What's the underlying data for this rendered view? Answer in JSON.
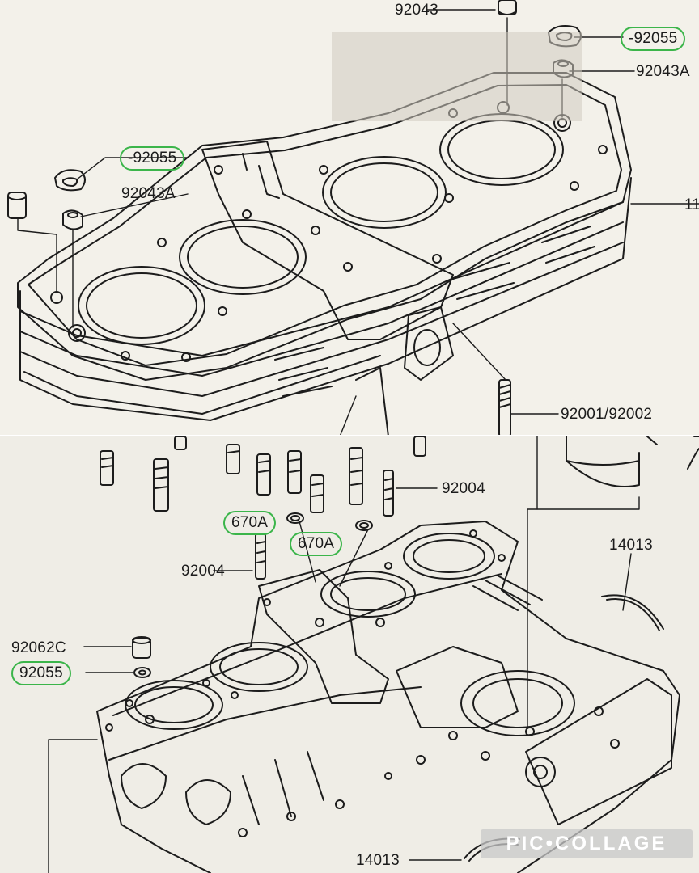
{
  "top_panel": {
    "labels": {
      "p1": "92043",
      "p2": "-92055",
      "p3": "92043A",
      "p4": "-92055",
      "p5": "92043A",
      "p6": "11",
      "p7": "92001/92002"
    }
  },
  "bottom_panel": {
    "labels": {
      "p1": "92004",
      "p2": "670A",
      "p3": "670A",
      "p4": "14013",
      "p5": "92004",
      "p6": "92062C",
      "p7": "92055",
      "p8": "14013"
    }
  },
  "watermark": "PIC•COLLAGE",
  "colors": {
    "highlight": "#3bb54a",
    "ink": "#1c1c1c",
    "paper": "#f1efe8"
  }
}
